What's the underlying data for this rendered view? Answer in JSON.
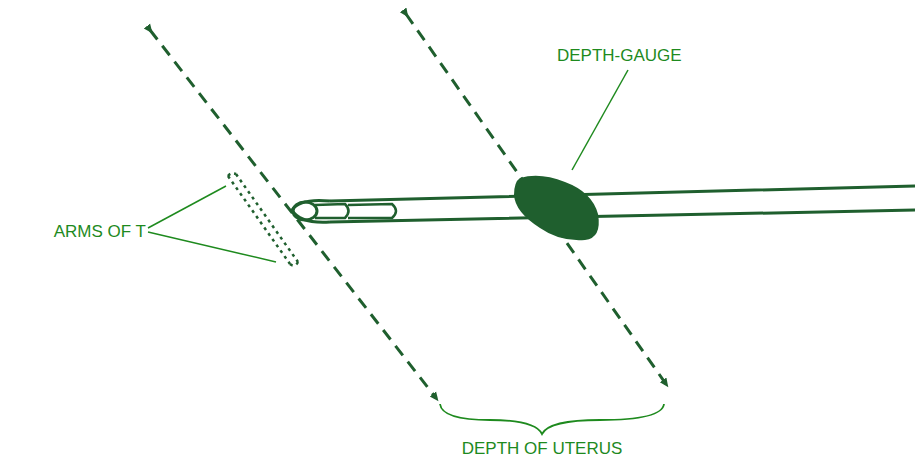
{
  "diagram": {
    "labels": [
      "DEPTH-GAUGE",
      "ARMS OF T",
      "DEPTH OF UTERUS"
    ]
  }
}
